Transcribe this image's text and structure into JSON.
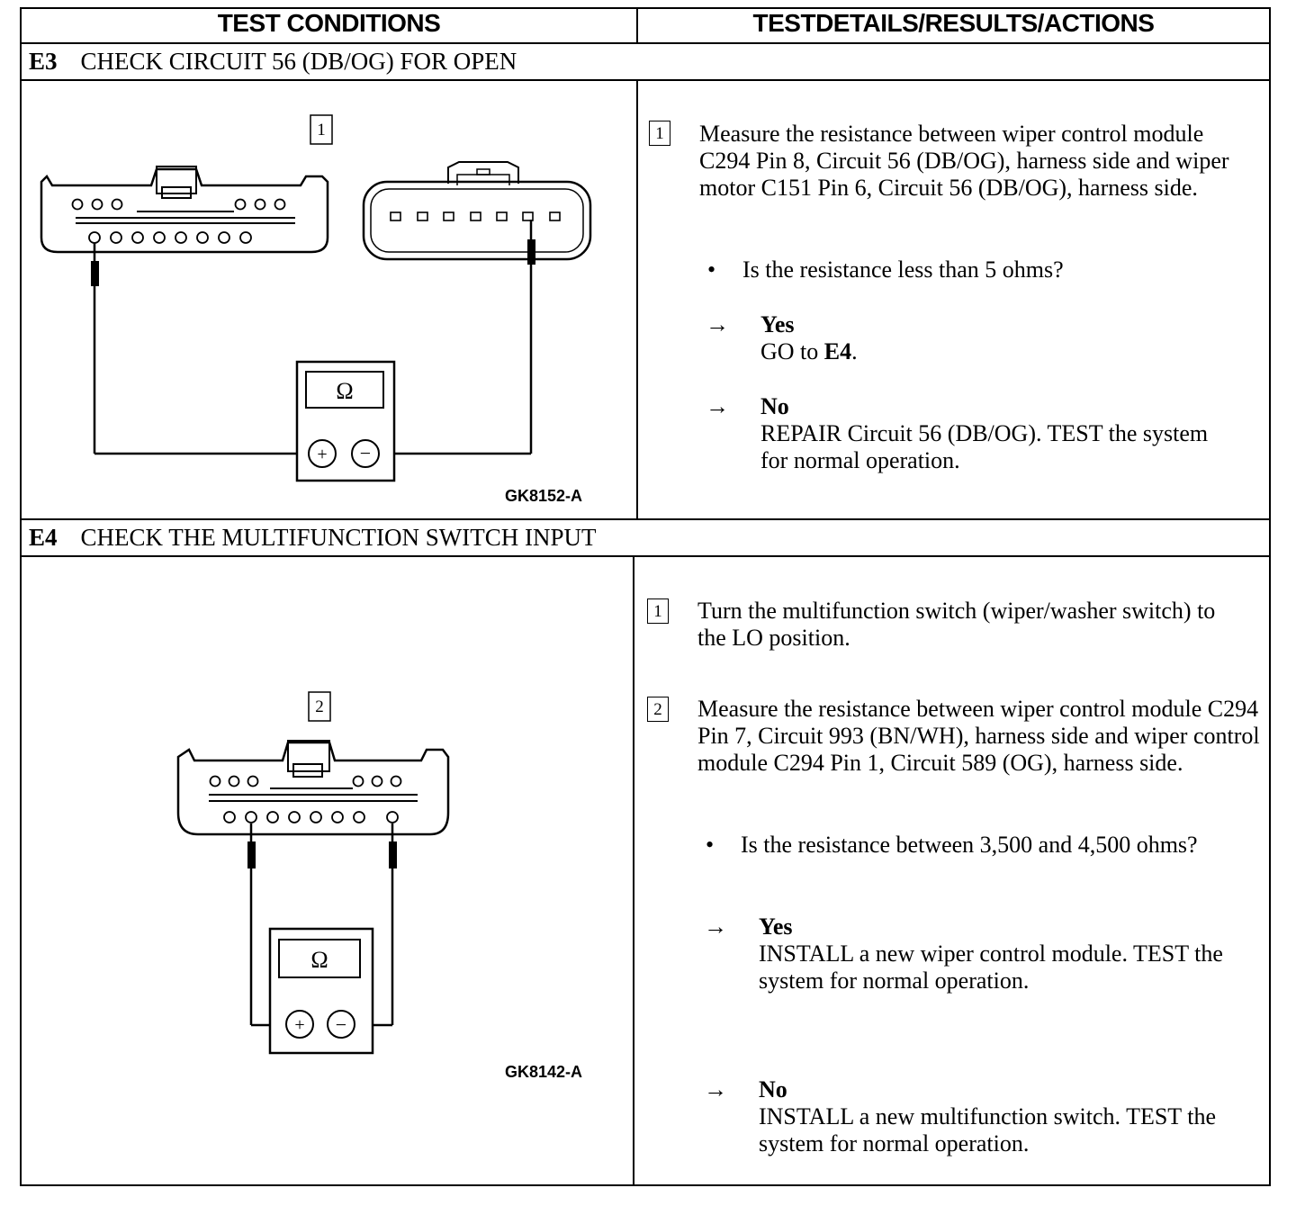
{
  "header": {
    "left": "TEST CONDITIONS",
    "right": "TESTDETAILS/RESULTS/ACTIONS"
  },
  "e3": {
    "id": "E3",
    "title": "CHECK CIRCUIT 56 (DB/OG) FOR OPEN",
    "figure_step": "1",
    "meter_symbol": "Ω",
    "figure_label": "GK8152-A",
    "step1_num": "1",
    "step1_text": "Measure the resistance between wiper control module C294 Pin 8, Circuit 56 (DB/OG), harness side and wiper motor C151 Pin 6, Circuit 56 (DB/OG), harness side.",
    "question": "Is the resistance less than 5 ohms?",
    "yes_label": "Yes",
    "yes_action_pre": "GO to ",
    "yes_action_bold": "E4",
    "yes_action_post": ".",
    "no_label": "No",
    "no_action": "REPAIR Circuit 56 (DB/OG). TEST the system for normal operation."
  },
  "e4": {
    "id": "E4",
    "title": "CHECK THE MULTIFUNCTION SWITCH INPUT",
    "figure_step": "2",
    "meter_symbol": "Ω",
    "figure_label": "GK8142-A",
    "step1_num": "1",
    "step1_text": "Turn the multifunction switch (wiper/washer switch) to the LO position.",
    "step2_num": "2",
    "step2_text": "Measure the resistance between wiper control module C294 Pin 7, Circuit 993 (BN/WH), harness side and wiper control module C294 Pin 1, Circuit 589 (OG), harness side.",
    "question": "Is the resistance between 3,500 and 4,500 ohms?",
    "yes_label": "Yes",
    "yes_action": "INSTALL a new wiper control module. TEST the system for normal operation.",
    "no_label": "No",
    "no_action": "INSTALL a new multifunction switch. TEST the system for normal operation."
  },
  "symbols": {
    "bullet": "•",
    "arrow": "→"
  }
}
